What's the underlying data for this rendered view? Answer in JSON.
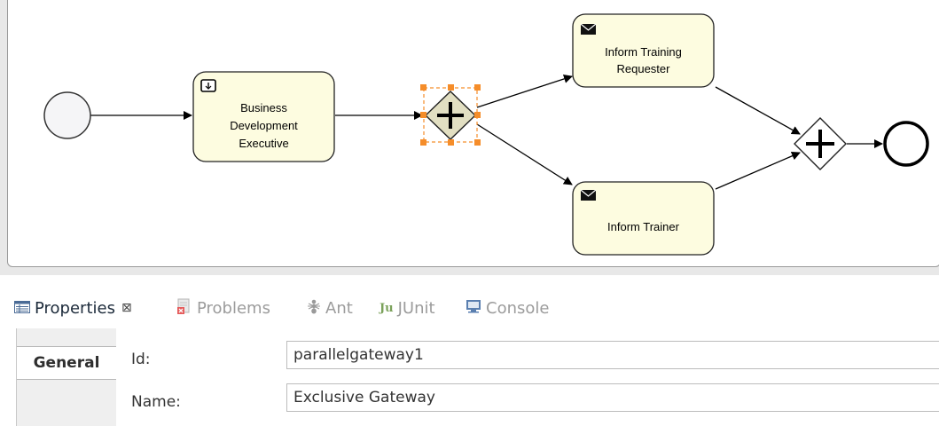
{
  "diagram": {
    "tasks": {
      "business": {
        "label_lines": [
          "Business",
          "Development",
          "Executive"
        ],
        "icon": "user-task-icon"
      },
      "inform_requester": {
        "label_lines": [
          "Inform Training",
          "Requester"
        ],
        "icon": "envelope-icon"
      },
      "inform_trainer": {
        "label_lines": [
          "Inform Trainer"
        ],
        "icon": "envelope-icon"
      }
    },
    "gateways": {
      "split": {
        "type": "parallel",
        "selected": true
      },
      "join": {
        "type": "parallel",
        "selected": false
      }
    },
    "events": {
      "start": "start-event",
      "end": "end-event"
    },
    "colors": {
      "task_fill": "#fdfce0",
      "selected_gateway_fill": "#e2dfc2",
      "selection_handle": "#f58d2a"
    }
  },
  "tabs": [
    {
      "label": "Properties",
      "active": true,
      "icon": "properties-icon",
      "close": "⊠"
    },
    {
      "label": "Problems",
      "active": false,
      "icon": "problems-icon"
    },
    {
      "label": "Ant",
      "active": false,
      "icon": "ant-icon"
    },
    {
      "label": "JUnit",
      "active": false,
      "icon": "junit-icon",
      "icon_text": "Ju"
    },
    {
      "label": "Console",
      "active": false,
      "icon": "console-icon"
    }
  ],
  "properties": {
    "section": "General",
    "fields": [
      {
        "label": "Id:",
        "value": "parallelgateway1"
      },
      {
        "label": "Name:",
        "value": "Exclusive Gateway"
      }
    ]
  }
}
